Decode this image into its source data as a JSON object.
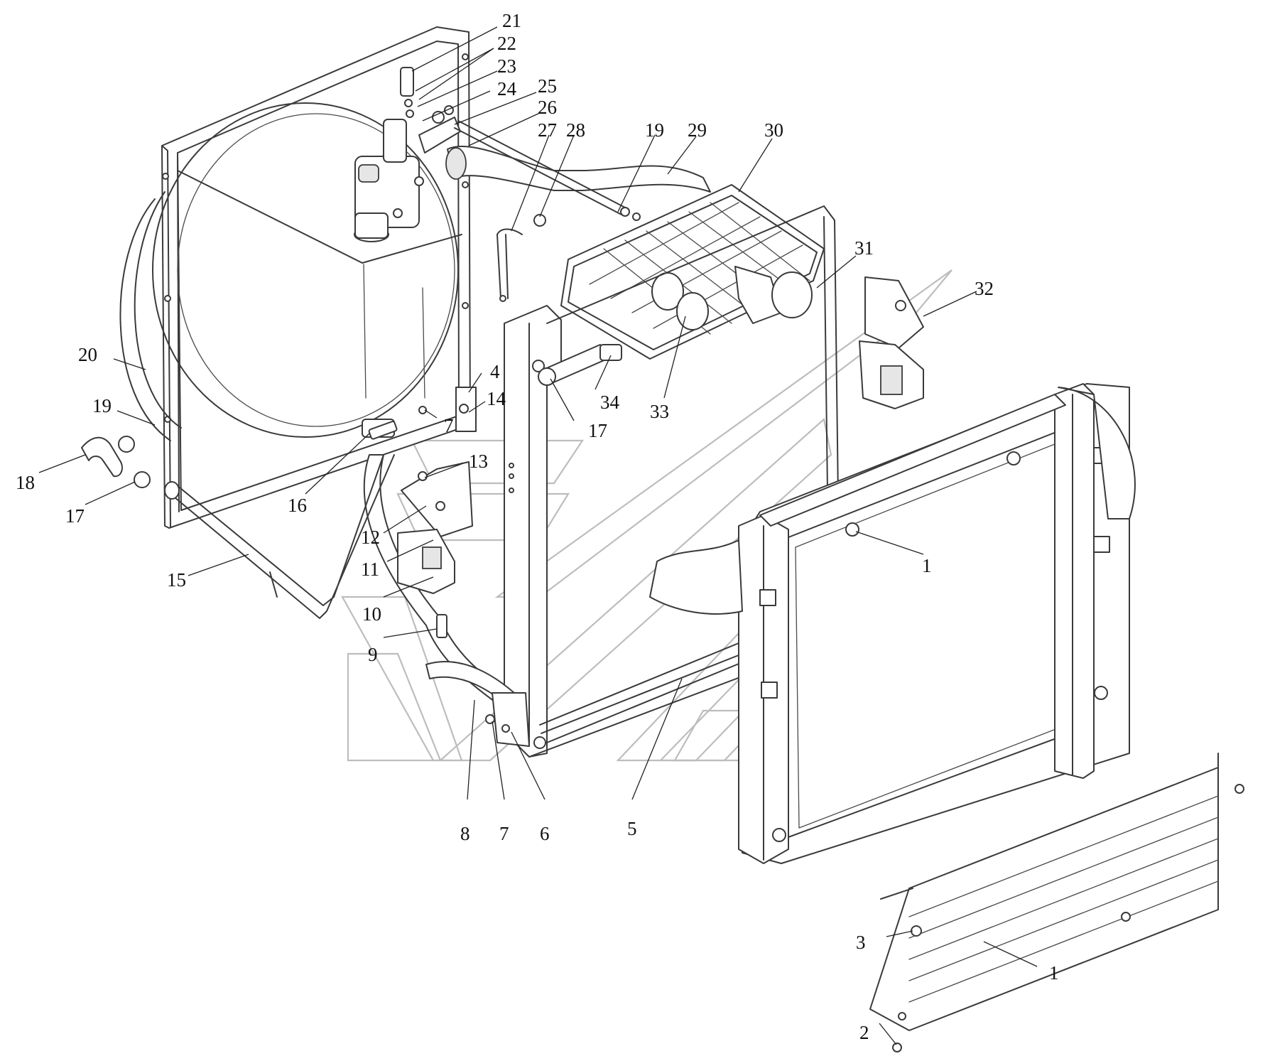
{
  "callouts": [
    {
      "id": "c21",
      "label": "21"
    },
    {
      "id": "c22",
      "label": "22"
    },
    {
      "id": "c23",
      "label": "23"
    },
    {
      "id": "c24",
      "label": "24"
    },
    {
      "id": "c25",
      "label": "25"
    },
    {
      "id": "c26",
      "label": "26"
    },
    {
      "id": "c27",
      "label": "27"
    },
    {
      "id": "c28",
      "label": "28"
    },
    {
      "id": "c19a",
      "label": "19"
    },
    {
      "id": "c29",
      "label": "29"
    },
    {
      "id": "c30",
      "label": "30"
    },
    {
      "id": "c31",
      "label": "31"
    },
    {
      "id": "c32",
      "label": "32"
    },
    {
      "id": "c20",
      "label": "20"
    },
    {
      "id": "c4",
      "label": "4"
    },
    {
      "id": "c14",
      "label": "14"
    },
    {
      "id": "c7a",
      "label": "7"
    },
    {
      "id": "c19b",
      "label": "19"
    },
    {
      "id": "c34",
      "label": "34"
    },
    {
      "id": "c33",
      "label": "33"
    },
    {
      "id": "c17a",
      "label": "17"
    },
    {
      "id": "c13",
      "label": "13"
    },
    {
      "id": "c18",
      "label": "18"
    },
    {
      "id": "c17b",
      "label": "17"
    },
    {
      "id": "c16",
      "label": "16"
    },
    {
      "id": "c12",
      "label": "12"
    },
    {
      "id": "c11",
      "label": "11"
    },
    {
      "id": "c1a",
      "label": "1"
    },
    {
      "id": "c15",
      "label": "15"
    },
    {
      "id": "c10",
      "label": "10"
    },
    {
      "id": "c9",
      "label": "9"
    },
    {
      "id": "c8",
      "label": "8"
    },
    {
      "id": "c7b",
      "label": "7"
    },
    {
      "id": "c6",
      "label": "6"
    },
    {
      "id": "c5",
      "label": "5"
    },
    {
      "id": "c3",
      "label": "3"
    },
    {
      "id": "c1b",
      "label": "1"
    },
    {
      "id": "c2",
      "label": "2"
    }
  ]
}
